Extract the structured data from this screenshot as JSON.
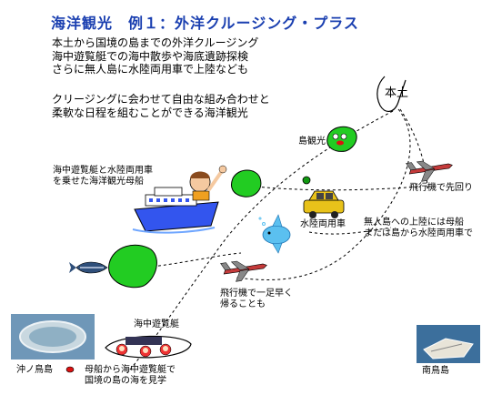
{
  "title": "海洋観光　例１：外洋クルージング・プラス",
  "intro_lines": [
    "本土から国境の島までの外洋クルージング",
    "海中遊覧艇での海中散歩や海底遺跡探検",
    "さらに無人島に水陸両用車で上陸なども"
  ],
  "intro2_lines": [
    "クリージングに会わせて自由な組み合わせと",
    "柔軟な日程を組むことができる海洋観光"
  ],
  "labels": {
    "mainland": "本土",
    "island_tour": "島観光",
    "cruise_ship": [
      "海中遊覧艇と水陸両用車",
      "を乗せた海洋観光母船"
    ],
    "plane_return": "飛行機で先回り",
    "amphibious": "水陸両用車",
    "uninhabited": [
      "無人島への上陸には母船",
      "または島から水陸両用車で"
    ],
    "plane_early": [
      "飛行機で一足早く",
      "帰ることも"
    ],
    "submarine": "海中遊覧艇",
    "okinotori": "沖ノ鳥島",
    "minamitori": "南鳥島",
    "submarine_note": [
      "母船から海中遊覧艇で",
      "国境の島の海を見学"
    ]
  },
  "colors": {
    "title": "#1a3fb0",
    "island_green": "#22cc22",
    "ship_blue": "#3355ee",
    "taxi_yellow": "#e8c21a",
    "sea_photo": "#6f97b8",
    "red_marker": "#dd1111"
  },
  "icons": [
    "island-icon",
    "ship-icon",
    "airplane-icon",
    "car-icon",
    "fish-icon",
    "tuna-icon",
    "submarine-icon",
    "face-icon"
  ]
}
